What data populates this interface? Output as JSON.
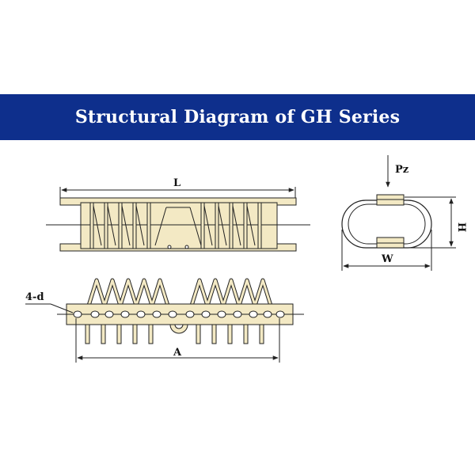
{
  "title": "Structural Diagram of GH Series",
  "colors": {
    "banner": "#0e2f8c",
    "banner_text": "#ffffff",
    "part_fill": "#f3e9c4",
    "line": "#222222"
  },
  "labels": {
    "length": "L",
    "height": "H",
    "width": "W",
    "load": "Pz",
    "holes": "4-d",
    "hole_spacing": "A"
  }
}
